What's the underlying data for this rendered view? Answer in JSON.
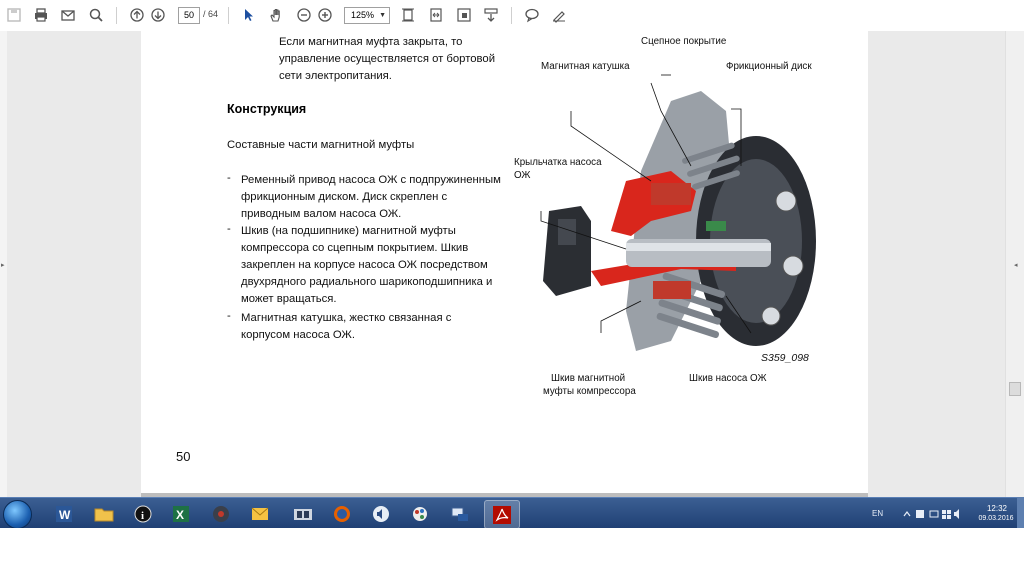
{
  "toolbar": {
    "icons": [
      "save-icon",
      "print-icon",
      "email-icon",
      "search-icon",
      "page-up-icon",
      "page-down-icon",
      "select-cursor-icon",
      "hand-icon",
      "zoom-out-icon",
      "zoom-in-icon",
      "fit-page-icon",
      "fit-width-icon",
      "scroll-icon",
      "fullscreen-icon",
      "comment-icon",
      "sign-icon"
    ],
    "current_page": "50",
    "total_pages": "/ 64",
    "zoom": "125%"
  },
  "document": {
    "intro_lines": [
      "Если магнитная муфта закрыта, то",
      "управление осуществляется от бортовой",
      "сети электропитания."
    ],
    "heading": "Конструкция",
    "subheading": "Составные части магнитной муфты",
    "bullets": [
      {
        "lines": [
          "Ременный привод насоса ОЖ с подпружиненным",
          "фрикционным диском. Диск скреплен с",
          "приводным валом насоса ОЖ."
        ]
      },
      {
        "lines": [
          "Шкив (на подшипнике) магнитной муфты",
          "компрессора со сцепным покрытием. Шкив",
          "закреплен на корпусе насоса ОЖ посредством",
          "двухрядного радиального шарикоподшипника и",
          "может вращаться."
        ]
      },
      {
        "lines": [
          "Магнитная катушка, жестко связанная с",
          "корпусом насоса ОЖ."
        ]
      }
    ],
    "page_number": "50"
  },
  "figure": {
    "labels": {
      "coupling_coating": "Сцепное покрытие",
      "magnetic_coil": "Магнитная катушка",
      "friction_disc": "Фрикционный диск",
      "impeller_1": "Крыльчатка насоса",
      "impeller_2": "ОЖ",
      "pulley_compressor_1": "Шкив магнитной",
      "pulley_compressor_2": "муфты компрессора",
      "pulley_pump": "Шкив насоса ОЖ"
    },
    "code": "S359_098",
    "colors": {
      "section_red": "#d9261c",
      "metal_grey": "#8a8f96",
      "dark": "#2a2d33",
      "green": "#3a8a4a"
    }
  },
  "taskbar": {
    "apps": [
      "word-icon",
      "folder-icon",
      "info-icon",
      "excel-icon",
      "media-icon",
      "mail-icon",
      "tools-icon",
      "firefox-icon",
      "audio-icon",
      "paint-icon",
      "network-icon",
      "pdf-icon"
    ],
    "lang": "EN",
    "time": "12:32",
    "date": "09.03.2016"
  }
}
